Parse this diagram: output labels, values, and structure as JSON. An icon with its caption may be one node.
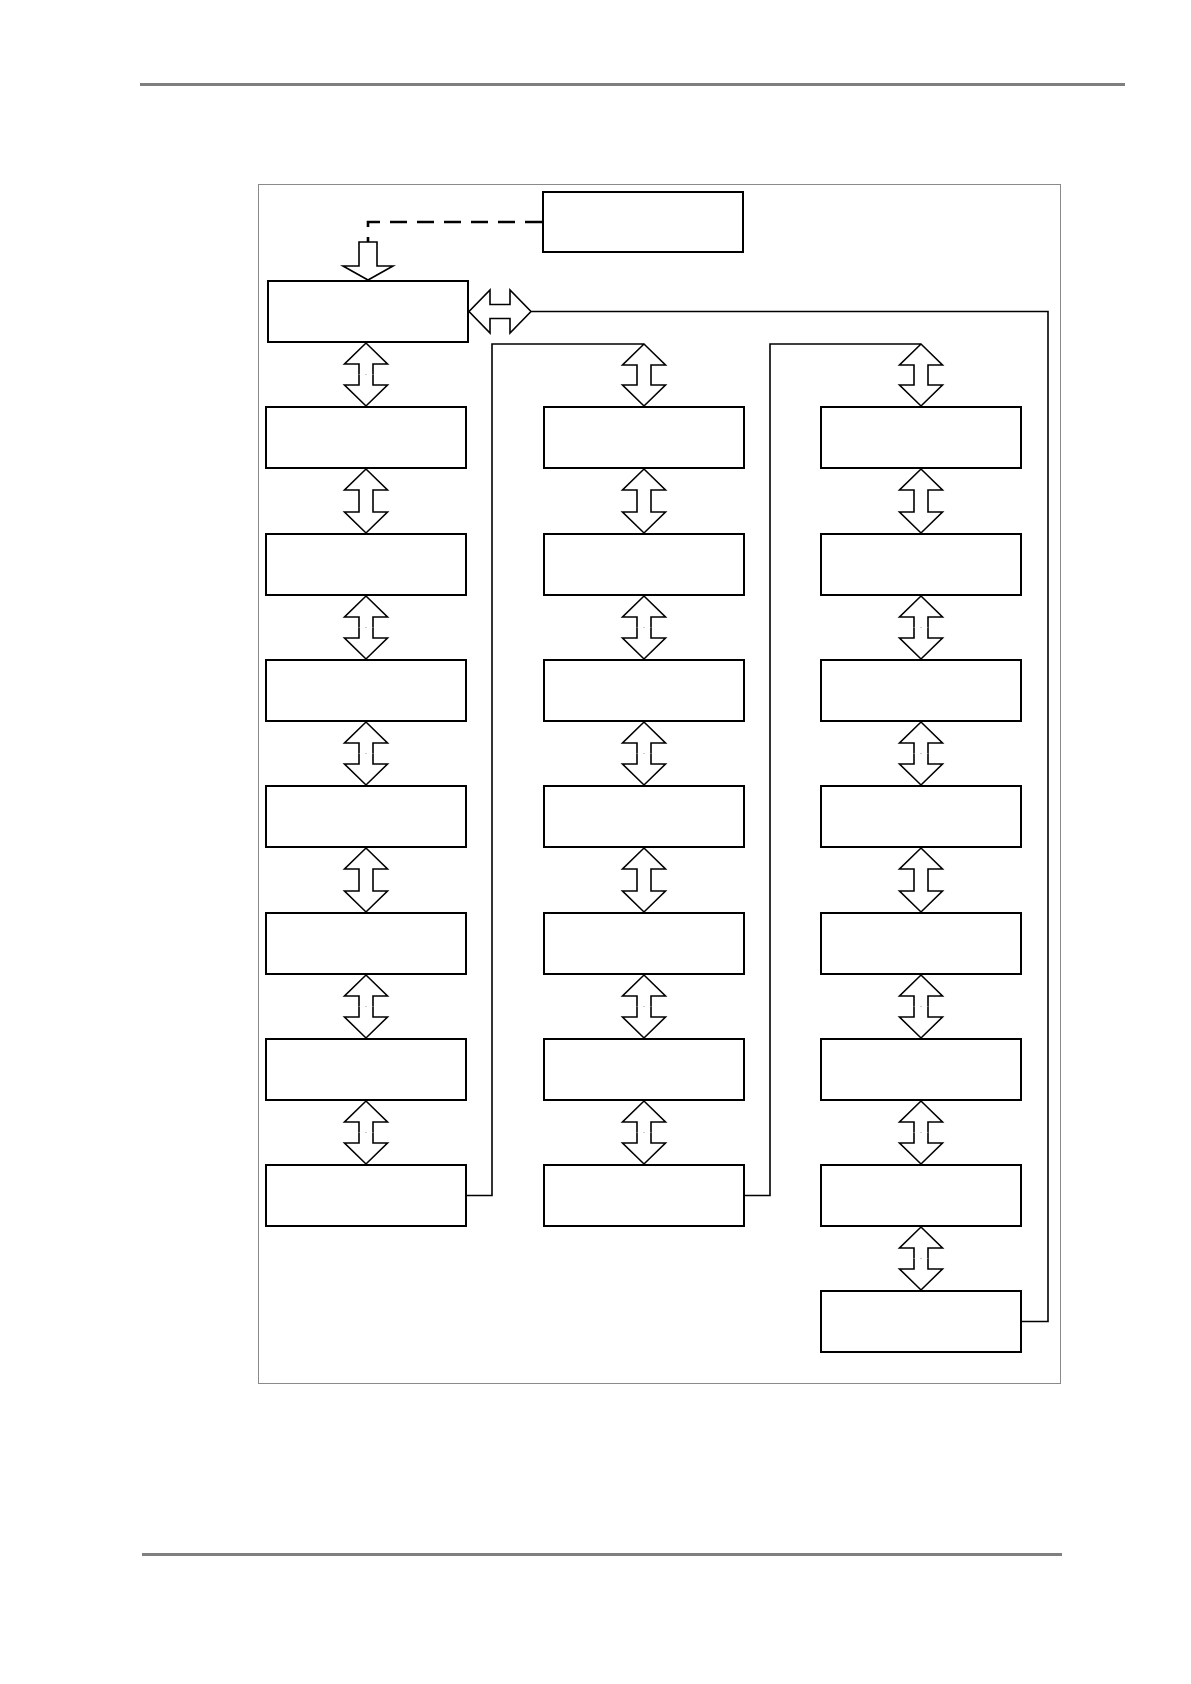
{
  "diagram": {
    "nodes": [
      {
        "text": [],
        "shape": "box"
      },
      {
        "text": [],
        "shape": "box"
      },
      {
        "text": [],
        "shape": "box"
      },
      {
        "text": [],
        "shape": "box"
      },
      {
        "text": [],
        "shape": "box"
      },
      {
        "text": [],
        "shape": "box"
      },
      {
        "text": [],
        "shape": "box"
      },
      {
        "text": [],
        "shape": "box"
      },
      {
        "text": [],
        "shape": "box"
      },
      {
        "text": [],
        "shape": "box"
      },
      {
        "text": [],
        "shape": "box"
      },
      {
        "text": [],
        "shape": "box"
      },
      {
        "text": [],
        "shape": "box"
      },
      {
        "text": [],
        "shape": "box"
      },
      {
        "text": [],
        "shape": "box"
      },
      {
        "text": [],
        "shape": "box"
      },
      {
        "text": [],
        "shape": "box"
      },
      {
        "text": [],
        "shape": "box"
      },
      {
        "text": [],
        "shape": "box"
      },
      {
        "text": [],
        "shape": "box"
      },
      {
        "text": [],
        "shape": "box"
      },
      {
        "text": [],
        "shape": "box"
      },
      {
        "text": [],
        "shape": "box"
      },
      {
        "text": [],
        "shape": "box"
      }
    ],
    "edges": [
      {
        "from": 0,
        "to": 1,
        "arrow": "to",
        "style": "dashed"
      },
      {
        "from": 1,
        "to": 2,
        "arrow": "both"
      },
      {
        "from": 2,
        "to": 3,
        "arrow": "both"
      },
      {
        "from": 3,
        "to": 4,
        "arrow": "both"
      },
      {
        "from": 4,
        "to": 5,
        "arrow": "both"
      },
      {
        "from": 5,
        "to": 6,
        "arrow": "both"
      },
      {
        "from": 6,
        "to": 7,
        "arrow": "both"
      },
      {
        "from": 7,
        "to": 8,
        "arrow": "both"
      },
      {
        "from": 8,
        "to": 9,
        "arrow": "to"
      },
      {
        "from": 9,
        "to": 10,
        "arrow": "both"
      },
      {
        "from": 10,
        "to": 11,
        "arrow": "both"
      },
      {
        "from": 11,
        "to": 12,
        "arrow": "both"
      },
      {
        "from": 12,
        "to": 13,
        "arrow": "both"
      },
      {
        "from": 13,
        "to": 14,
        "arrow": "both"
      },
      {
        "from": 14,
        "to": 15,
        "arrow": "both"
      },
      {
        "from": 15,
        "to": 16,
        "arrow": "to"
      },
      {
        "from": 16,
        "to": 17,
        "arrow": "both"
      },
      {
        "from": 17,
        "to": 18,
        "arrow": "both"
      },
      {
        "from": 18,
        "to": 19,
        "arrow": "both"
      },
      {
        "from": 19,
        "to": 20,
        "arrow": "both"
      },
      {
        "from": 20,
        "to": 21,
        "arrow": "both"
      },
      {
        "from": 21,
        "to": 22,
        "arrow": "both"
      },
      {
        "from": 22,
        "to": 23,
        "arrow": "both"
      },
      {
        "from": 23,
        "to": 1,
        "arrow": "to"
      }
    ]
  }
}
